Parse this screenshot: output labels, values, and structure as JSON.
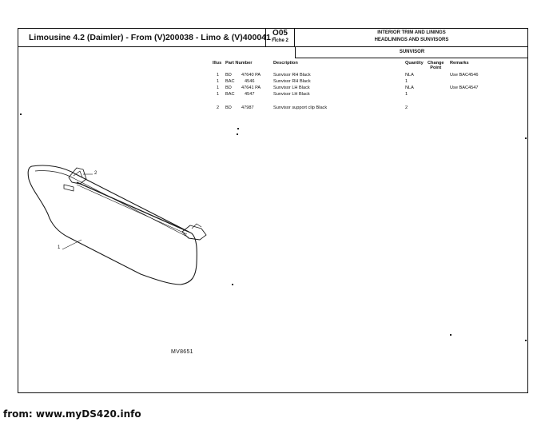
{
  "header": {
    "title": "Limousine 4.2 (Daimler) - From (V)200038 - Limo & (V)400041 -",
    "fiche_code": "O05",
    "fiche_label": "Fiche 2",
    "section_line1": "INTERIOR TRIM AND LININGS",
    "section_line2": "HEADLININGS AND SUNVISORS"
  },
  "subsection": "SUNVISOR",
  "columns": {
    "illus": "Illus",
    "part_number": "Part Number",
    "description": "Description",
    "quantity": "Quantity",
    "change_point_1": "Change",
    "change_point_2": "Point",
    "remarks": "Remarks"
  },
  "parts": [
    {
      "illus": "1",
      "prefix": "BD",
      "number": "47640 PA",
      "description": "Sunvisor RH Black",
      "quantity": "NLA",
      "remarks": "Use BAC4546"
    },
    {
      "illus": "1",
      "prefix": "BAC",
      "number": "4546",
      "description": "Sunvisor RH Black",
      "quantity": "1",
      "remarks": ""
    },
    {
      "illus": "1",
      "prefix": "BD",
      "number": "47641 PA",
      "description": "Sunvisor LH Black",
      "quantity": "NLA",
      "remarks": "Use BAC4547"
    },
    {
      "illus": "1",
      "prefix": "BAC",
      "number": "4547",
      "description": "Sunvisor LH Black",
      "quantity": "1",
      "remarks": ""
    },
    {
      "illus": "2",
      "prefix": "BD",
      "number": "47987",
      "description": "Sunvisor support clip Black",
      "quantity": "2",
      "remarks": ""
    }
  ],
  "drawing": {
    "callout_1": "1",
    "callout_2": "2",
    "code": "MV8651"
  },
  "footer": "from: www.myDS420.info"
}
